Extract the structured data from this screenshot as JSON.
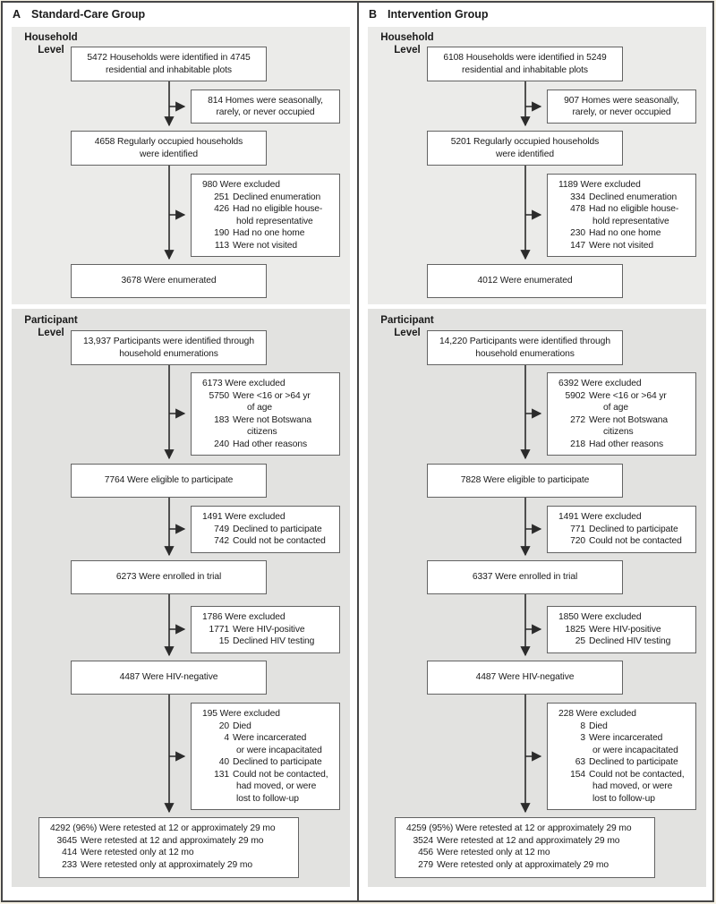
{
  "colors": {
    "frame": "#474747",
    "box_border": "#636363",
    "household_bg": "#ebebe9",
    "participant_bg": "#e2e2e0",
    "text": "#1a1a1a",
    "arrow": "#2b2b2b"
  },
  "panels": [
    {
      "letter": "A",
      "title": "Standard-Care Group",
      "household": {
        "label_line1": "Household",
        "label_line2": "Level",
        "boxes": {
          "identified": [
            {
              "t": "5472 Households were identified in 4745",
              "i": "c"
            },
            {
              "t": "residential and inhabitable plots",
              "i": "c"
            }
          ],
          "seasonal": [
            {
              "t": "814 Homes were seasonally,",
              "i": "c"
            },
            {
              "t": "rarely, or never occupied",
              "i": "c"
            }
          ],
          "occupied": [
            {
              "t": "4658 Regularly occupied households",
              "i": "c"
            },
            {
              "t": "were identified",
              "i": "c"
            }
          ],
          "excluded": [
            {
              "t": "980 Were excluded",
              "i": 0
            },
            {
              "n": "251",
              "t": "Declined enumeration"
            },
            {
              "n": "426",
              "t": "Had no eligible house-"
            },
            {
              "t": "hold representative",
              "i": 1
            },
            {
              "n": "190",
              "t": "Had no one home"
            },
            {
              "n": "113",
              "t": "Were not visited"
            }
          ],
          "enumerated": [
            {
              "t": "3678 Were enumerated",
              "i": "c"
            }
          ]
        }
      },
      "participant": {
        "label_line1": "Participant",
        "label_line2": "Level",
        "boxes": {
          "identified": [
            {
              "t": "13,937 Participants were identified through",
              "i": "c"
            },
            {
              "t": "household enumerations",
              "i": "c"
            }
          ],
          "excluded_enumeration": [
            {
              "t": "6173 Were excluded",
              "i": 0
            },
            {
              "n": "5750",
              "t": "Were <16 or >64 yr"
            },
            {
              "t": "of age",
              "i": 2
            },
            {
              "n": "183",
              "t": "Were not Botswana"
            },
            {
              "t": "citizens",
              "i": 2
            },
            {
              "n": "240",
              "t": "Had other reasons"
            }
          ],
          "eligible": [
            {
              "t": "7764 Were eligible to participate",
              "i": "c"
            }
          ],
          "excluded_eligibility": [
            {
              "t": "1491 Were excluded",
              "i": 0
            },
            {
              "n": "749",
              "t": "Declined to participate"
            },
            {
              "n": "742",
              "t": "Could not be contacted"
            }
          ],
          "enrolled": [
            {
              "t": "6273 Were enrolled in trial",
              "i": "c"
            }
          ],
          "excluded_hiv": [
            {
              "t": "1786 Were excluded",
              "i": 0
            },
            {
              "n": "1771",
              "t": "Were HIV-positive"
            },
            {
              "n": "15",
              "t": "Declined HIV testing"
            }
          ],
          "hiv_negative": [
            {
              "t": "4487 Were HIV-negative",
              "i": "c"
            }
          ],
          "excluded_followup": [
            {
              "t": "195 Were excluded",
              "i": 0
            },
            {
              "n": "20",
              "t": "Died"
            },
            {
              "n": "4",
              "t": "Were incarcerated"
            },
            {
              "t": "or were incapacitated",
              "i": 1
            },
            {
              "n": "40",
              "t": "Declined to participate"
            },
            {
              "n": "131",
              "t": "Could not be contacted,"
            },
            {
              "t": "had moved, or were",
              "i": 1
            },
            {
              "t": "lost to follow-up",
              "i": 1
            }
          ],
          "retested": [
            {
              "t": "4292 (96%) Were retested at 12 or approximately 29 mo",
              "i": 0
            },
            {
              "n": "3645",
              "t": "Were retested at 12 and approximately 29 mo"
            },
            {
              "n": "414",
              "t": "Were retested only at 12 mo"
            },
            {
              "n": "233",
              "t": "Were retested only at approximately 29 mo"
            }
          ]
        }
      }
    },
    {
      "letter": "B",
      "title": "Intervention Group",
      "household": {
        "label_line1": "Household",
        "label_line2": "Level",
        "boxes": {
          "identified": [
            {
              "t": "6108 Households were identified in 5249",
              "i": "c"
            },
            {
              "t": "residential and inhabitable plots",
              "i": "c"
            }
          ],
          "seasonal": [
            {
              "t": "907 Homes were seasonally,",
              "i": "c"
            },
            {
              "t": "rarely, or never occupied",
              "i": "c"
            }
          ],
          "occupied": [
            {
              "t": "5201 Regularly occupied households",
              "i": "c"
            },
            {
              "t": "were identified",
              "i": "c"
            }
          ],
          "excluded": [
            {
              "t": "1189 Were excluded",
              "i": 0
            },
            {
              "n": "334",
              "t": "Declined enumeration"
            },
            {
              "n": "478",
              "t": "Had no eligible house-"
            },
            {
              "t": "hold representative",
              "i": 1
            },
            {
              "n": "230",
              "t": "Had no one home"
            },
            {
              "n": "147",
              "t": "Were not visited"
            }
          ],
          "enumerated": [
            {
              "t": "4012 Were enumerated",
              "i": "c"
            }
          ]
        }
      },
      "participant": {
        "label_line1": "Participant",
        "label_line2": "Level",
        "boxes": {
          "identified": [
            {
              "t": "14,220 Participants were identified through",
              "i": "c"
            },
            {
              "t": "household enumerations",
              "i": "c"
            }
          ],
          "excluded_enumeration": [
            {
              "t": "6392 Were excluded",
              "i": 0
            },
            {
              "n": "5902",
              "t": "Were <16 or >64 yr"
            },
            {
              "t": "of age",
              "i": 2
            },
            {
              "n": "272",
              "t": "Were not Botswana"
            },
            {
              "t": "citizens",
              "i": 2
            },
            {
              "n": "218",
              "t": "Had other reasons"
            }
          ],
          "eligible": [
            {
              "t": "7828 Were eligible to participate",
              "i": "c"
            }
          ],
          "excluded_eligibility": [
            {
              "t": "1491 Were excluded",
              "i": 0
            },
            {
              "n": "771",
              "t": "Declined to participate"
            },
            {
              "n": "720",
              "t": "Could not be contacted"
            }
          ],
          "enrolled": [
            {
              "t": "6337 Were enrolled in trial",
              "i": "c"
            }
          ],
          "excluded_hiv": [
            {
              "t": "1850 Were excluded",
              "i": 0
            },
            {
              "n": "1825",
              "t": "Were HIV-positive"
            },
            {
              "n": "25",
              "t": "Declined HIV testing"
            }
          ],
          "hiv_negative": [
            {
              "t": "4487 Were HIV-negative",
              "i": "c"
            }
          ],
          "excluded_followup": [
            {
              "t": "228 Were excluded",
              "i": 0
            },
            {
              "n": "8",
              "t": "Died"
            },
            {
              "n": "3",
              "t": "Were incarcerated"
            },
            {
              "t": "or were incapacitated",
              "i": 1
            },
            {
              "n": "63",
              "t": "Declined to participate"
            },
            {
              "n": "154",
              "t": "Could not be contacted,"
            },
            {
              "t": "had moved, or were",
              "i": 1
            },
            {
              "t": "lost to follow-up",
              "i": 1
            }
          ],
          "retested": [
            {
              "t": "4259 (95%) Were retested at 12 or approximately 29 mo",
              "i": 0
            },
            {
              "n": "3524",
              "t": "Were retested at 12 and approximately 29 mo"
            },
            {
              "n": "456",
              "t": "Were retested only at 12 mo"
            },
            {
              "n": "279",
              "t": "Were retested only at approximately 29 mo"
            }
          ]
        }
      }
    }
  ]
}
